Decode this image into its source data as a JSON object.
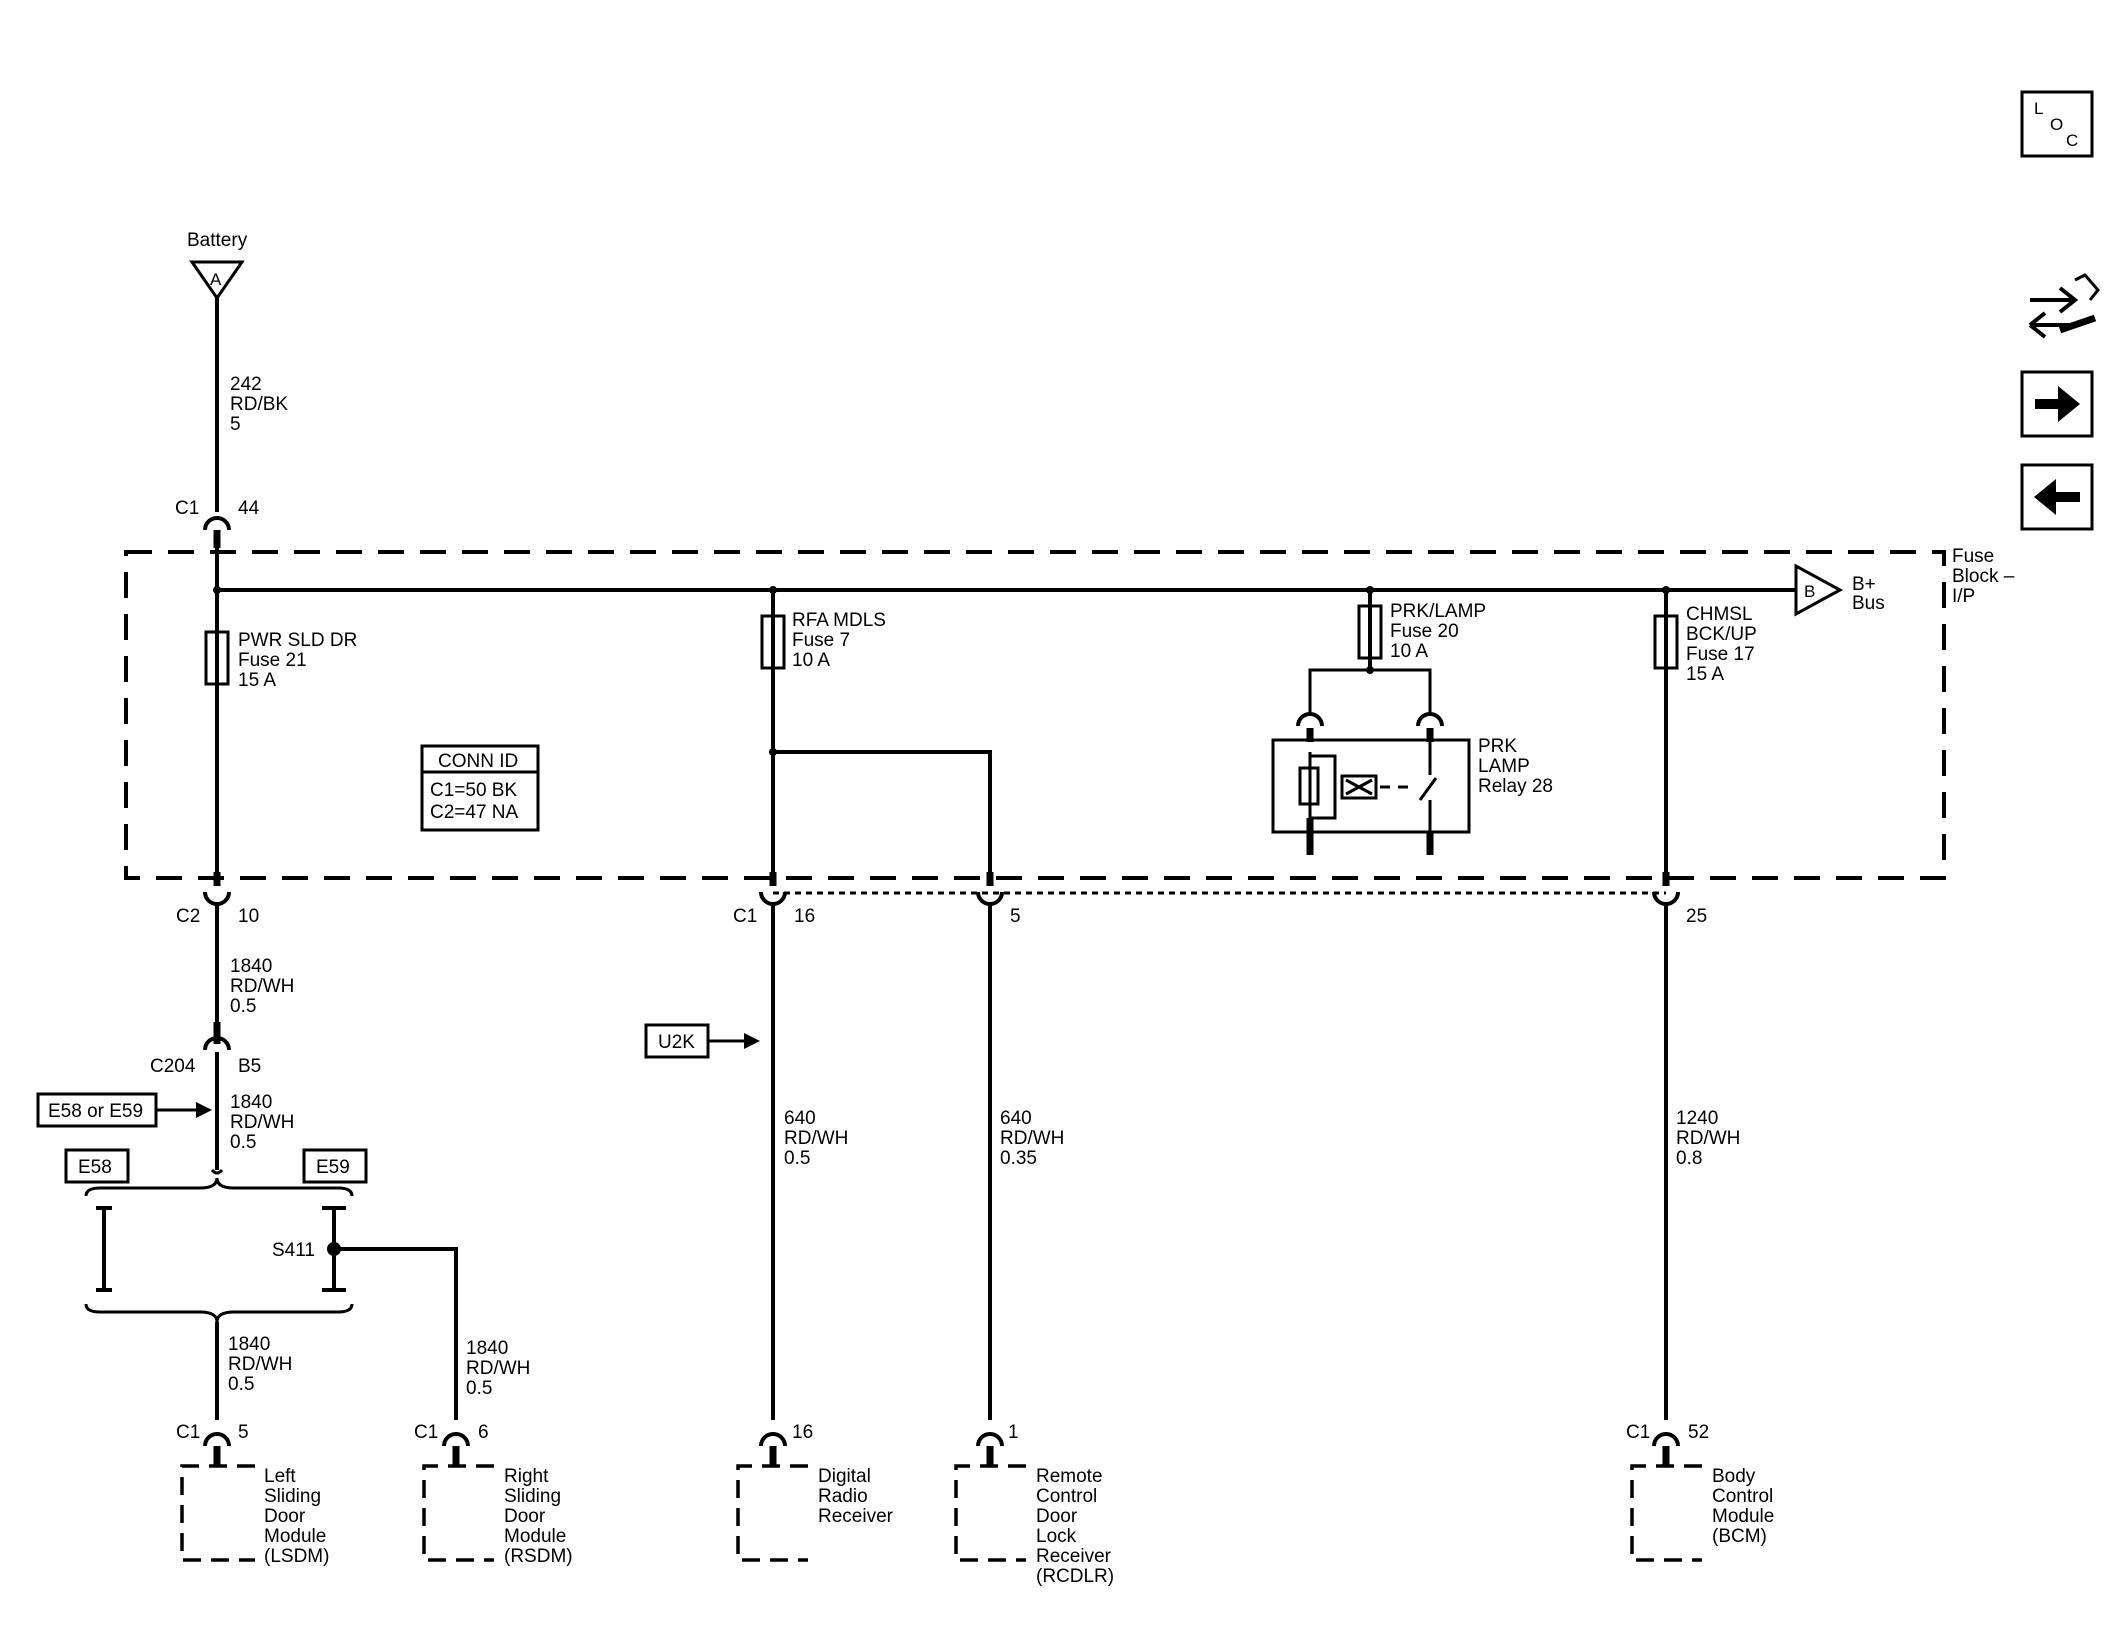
{
  "nav": {
    "loc_l": "L",
    "loc_o": "O",
    "loc_c": "C"
  },
  "battery": {
    "label": "Battery",
    "ref": "A"
  },
  "wire_242": {
    "circuit": "242",
    "color": "RD/BK",
    "size": "5"
  },
  "conn_top": {
    "name": "C1",
    "pin": "44"
  },
  "fuse_block": {
    "label_1": "Fuse",
    "label_2": "Block –",
    "label_3": "I/P"
  },
  "bplus": {
    "ref": "B",
    "label_1": "B+",
    "label_2": "Bus"
  },
  "fuse21": {
    "name": "PWR SLD DR",
    "fuse": "Fuse 21",
    "amps": "15 A"
  },
  "fuse7": {
    "name": "RFA MDLS",
    "fuse": "Fuse 7",
    "amps": "10 A"
  },
  "fuse20": {
    "name": "PRK/LAMP",
    "fuse": "Fuse 20",
    "amps": "10 A"
  },
  "fuse17": {
    "name_1": "CHMSL",
    "name_2": "BCK/UP",
    "fuse": "Fuse 17",
    "amps": "15 A"
  },
  "relay": {
    "line1": "PRK",
    "line2": "LAMP",
    "line3": "Relay 28"
  },
  "conn_id": {
    "title": "CONN ID",
    "c1": "C1=50 BK",
    "c2": "C2=47 NA"
  },
  "c2_10": {
    "name": "C2",
    "pin": "10"
  },
  "c1_16": {
    "name": "C1",
    "pin": "16"
  },
  "pin5": {
    "pin": "5"
  },
  "pin25": {
    "pin": "25"
  },
  "wire_1840a": {
    "circuit": "1840",
    "color": "RD/WH",
    "size": "0.5"
  },
  "c204": {
    "name": "C204",
    "pin": "B5"
  },
  "wire_1840b": {
    "circuit": "1840",
    "color": "RD/WH",
    "size": "0.5"
  },
  "e58_or_e59": "E58 or E59",
  "u2k": "U2K",
  "e58": "E58",
  "e59": "E59",
  "s411": "S411",
  "wire_1840c": {
    "circuit": "1840",
    "color": "RD/WH",
    "size": "0.5"
  },
  "wire_1840d": {
    "circuit": "1840",
    "color": "RD/WH",
    "size": "0.5"
  },
  "wire_640a": {
    "circuit": "640",
    "color": "RD/WH",
    "size": "0.5"
  },
  "wire_640b": {
    "circuit": "640",
    "color": "RD/WH",
    "size": "0.35"
  },
  "wire_1240": {
    "circuit": "1240",
    "color": "RD/WH",
    "size": "0.8"
  },
  "lsdm_conn": {
    "name": "C1",
    "pin": "5"
  },
  "rsdm_conn": {
    "name": "C1",
    "pin": "6"
  },
  "drr_conn": {
    "pin": "16"
  },
  "rcdlr_conn": {
    "pin": "1"
  },
  "bcm_conn": {
    "name": "C1",
    "pin": "52"
  },
  "lsdm": [
    "Left",
    "Sliding",
    "Door",
    "Module",
    "(LSDM)"
  ],
  "rsdm": [
    "Right",
    "Sliding",
    "Door",
    "Module",
    "(RSDM)"
  ],
  "drr": [
    "Digital",
    "Radio",
    "Receiver"
  ],
  "rcdlr": [
    "Remote",
    "Control",
    "Door",
    "Lock",
    "Receiver",
    "(RCDLR)"
  ],
  "bcm": [
    "Body",
    "Control",
    "Module",
    "(BCM)"
  ],
  "icons": [
    "loc-icon",
    "schematic-nav-icon",
    "next-arrow-icon",
    "previous-arrow-icon"
  ]
}
